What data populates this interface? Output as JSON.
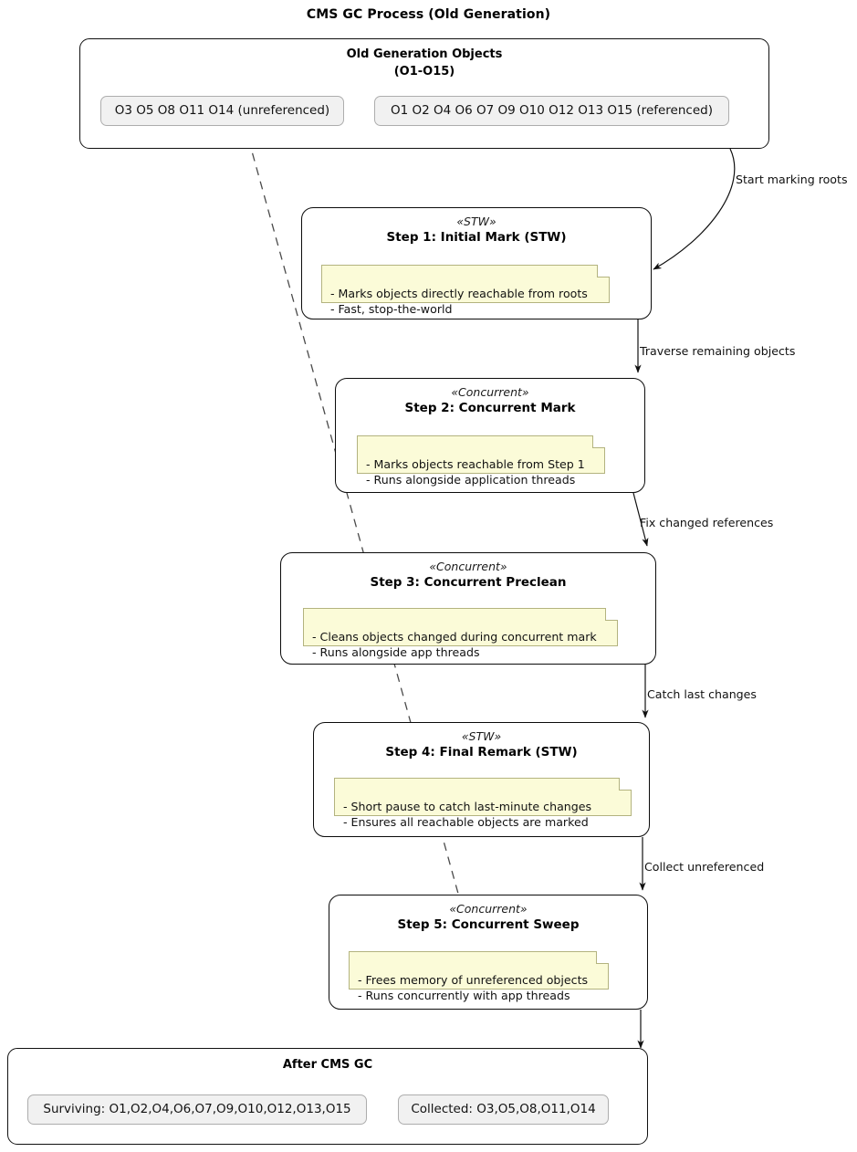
{
  "diagram": {
    "title": "CMS GC Process (Old Generation)",
    "type": "uml-activity-flow",
    "colors": {
      "background": "#ffffff",
      "line": "#101010",
      "note_fill": "#fbfbd8",
      "note_border": "#b3b37f",
      "chip_fill": "#f1f1f1",
      "chip_border": "#adadad",
      "text": "#000000"
    }
  },
  "old_generation": {
    "title_line1": "Old Generation Objects",
    "title_line2": "(O1-O15)",
    "chips": [
      {
        "id": "unreferenced",
        "label": "O3 O5 O8 O11 O14 (unreferenced)"
      },
      {
        "id": "referenced",
        "label": "O1 O2 O4 O6 O7 O9 O10 O12 O13 O15 (referenced)"
      }
    ]
  },
  "steps": [
    {
      "id": "step1",
      "stereotype": "«STW»",
      "name": "Step 1: Initial Mark (STW)",
      "note": "- Marks objects directly reachable from roots\n- Fast, stop-the-world"
    },
    {
      "id": "step2",
      "stereotype": "«Concurrent»",
      "name": "Step 2: Concurrent Mark",
      "note": "- Marks objects reachable from Step 1\n- Runs alongside application threads"
    },
    {
      "id": "step3",
      "stereotype": "«Concurrent»",
      "name": "Step 3: Concurrent Preclean",
      "note": "- Cleans objects changed during concurrent mark\n- Runs alongside app threads"
    },
    {
      "id": "step4",
      "stereotype": "«STW»",
      "name": "Step 4: Final Remark (STW)",
      "note": "- Short pause to catch last-minute changes\n- Ensures all reachable objects are marked"
    },
    {
      "id": "step5",
      "stereotype": "«Concurrent»",
      "name": "Step 5: Concurrent Sweep",
      "note": "- Frees memory of unreferenced objects\n- Runs concurrently with app threads"
    }
  ],
  "transitions": [
    {
      "id": "t0",
      "label": "Start marking roots",
      "from": "old-generation",
      "to": "step1"
    },
    {
      "id": "t1",
      "label": "Traverse remaining objects",
      "from": "step1",
      "to": "step2"
    },
    {
      "id": "t2",
      "label": "Fix changed references",
      "from": "step2",
      "to": "step3"
    },
    {
      "id": "t3",
      "label": "Catch last changes",
      "from": "step3",
      "to": "step4"
    },
    {
      "id": "t4",
      "label": "Collect unreferenced",
      "from": "step4",
      "to": "step5"
    },
    {
      "id": "t5",
      "label": "",
      "from": "step5",
      "to": "after-cms-gc"
    }
  ],
  "after_cms_gc": {
    "title": "After CMS GC",
    "chips": [
      {
        "id": "surviving",
        "label": "Surviving: O1,O2,O4,O6,O7,O9,O10,O12,O13,O15"
      },
      {
        "id": "collected",
        "label": "Collected: O3,O5,O8,O11,O14"
      }
    ]
  }
}
